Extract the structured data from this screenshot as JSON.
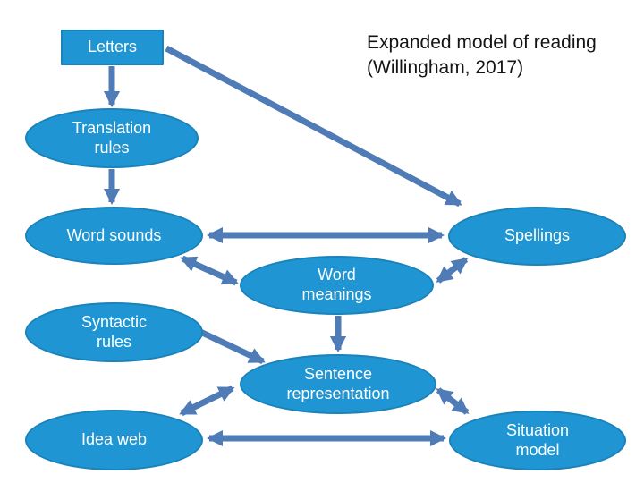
{
  "title": {
    "line1": "Expanded model of reading",
    "line2": "(Willingham, 2017)"
  },
  "nodes": {
    "letters": {
      "label": "Letters",
      "shape": "rectangle"
    },
    "translation_rules": {
      "label": "Translation\nrules",
      "shape": "ellipse"
    },
    "word_sounds": {
      "label": "Word sounds",
      "shape": "ellipse"
    },
    "spellings": {
      "label": "Spellings",
      "shape": "ellipse"
    },
    "word_meanings": {
      "label": "Word\nmeanings",
      "shape": "ellipse"
    },
    "syntactic_rules": {
      "label": "Syntactic\nrules",
      "shape": "ellipse"
    },
    "sentence_representation": {
      "label": "Sentence\nrepresentation",
      "shape": "ellipse"
    },
    "idea_web": {
      "label": "Idea web",
      "shape": "ellipse"
    },
    "situation_model": {
      "label": "Situation\nmodel",
      "shape": "ellipse"
    }
  },
  "edges": [
    {
      "from": "letters",
      "to": "translation_rules",
      "type": "one-way"
    },
    {
      "from": "letters",
      "to": "spellings",
      "type": "one-way"
    },
    {
      "from": "translation_rules",
      "to": "word_sounds",
      "type": "one-way"
    },
    {
      "from": "word_sounds",
      "to": "spellings",
      "type": "two-way"
    },
    {
      "from": "word_sounds",
      "to": "word_meanings",
      "type": "two-way"
    },
    {
      "from": "word_meanings",
      "to": "spellings",
      "type": "two-way"
    },
    {
      "from": "word_meanings",
      "to": "sentence_representation",
      "type": "one-way"
    },
    {
      "from": "syntactic_rules",
      "to": "sentence_representation",
      "type": "one-way"
    },
    {
      "from": "idea_web",
      "to": "sentence_representation",
      "type": "two-way"
    },
    {
      "from": "sentence_representation",
      "to": "situation_model",
      "type": "two-way"
    },
    {
      "from": "idea_web",
      "to": "situation_model",
      "type": "two-way"
    }
  ],
  "colors": {
    "background": "#ffffff",
    "shape_fill": "#1f96d3",
    "shape_border": "#1b82ba",
    "arrow": "#4f7cb6",
    "title_text": "#141414",
    "label_text": "#ffffff"
  }
}
